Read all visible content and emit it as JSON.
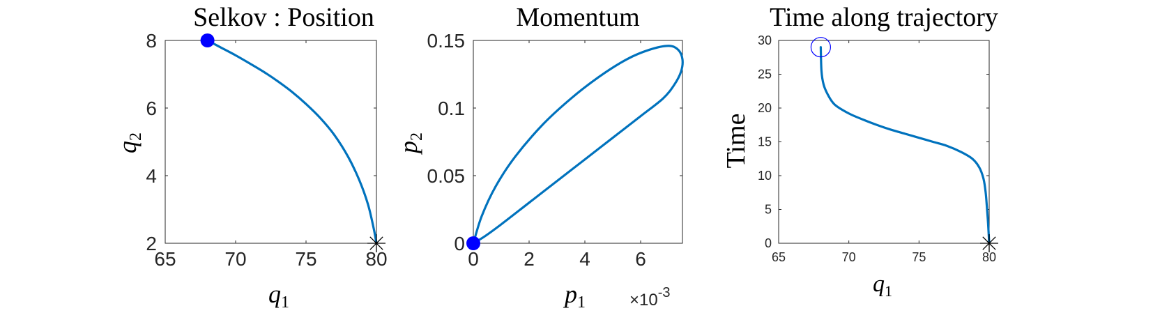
{
  "chart_data": [
    {
      "type": "line",
      "title": "Selkov : Position",
      "xlabel": "q",
      "xlabel_sub": "1",
      "ylabel": "q",
      "ylabel_sub": "2",
      "xlim": [
        65,
        80
      ],
      "ylim": [
        2,
        8
      ],
      "xticks": [
        65,
        70,
        75,
        80
      ],
      "yticks": [
        2,
        4,
        6,
        8
      ],
      "grid": false,
      "series": [
        {
          "color": "#0072BD",
          "x": [
            68,
            69,
            70,
            71,
            72,
            73,
            74,
            75,
            76,
            77,
            78,
            78.8,
            79.4,
            79.8,
            80
          ],
          "y": [
            8.0,
            7.78,
            7.56,
            7.32,
            7.07,
            6.79,
            6.48,
            6.12,
            5.71,
            5.21,
            4.55,
            3.85,
            3.15,
            2.45,
            2.0
          ]
        }
      ],
      "markers": [
        {
          "kind": "filled-circle",
          "x": 68,
          "y": 8,
          "color": "#0000FF"
        },
        {
          "kind": "asterisk",
          "x": 80,
          "y": 2,
          "color": "#000000"
        }
      ]
    },
    {
      "type": "line",
      "title": "Momentum",
      "xlabel": "p",
      "xlabel_sub": "1",
      "ylabel": "p",
      "ylabel_sub": "2",
      "x_exponent_base": "×10",
      "x_exponent": "-3",
      "xlim": [
        0,
        7.5
      ],
      "ylim": [
        0,
        0.15
      ],
      "xticks": [
        0,
        2,
        4,
        6
      ],
      "xtick_labels": [
        "0",
        "2",
        "4",
        "6"
      ],
      "yticks": [
        0,
        0.05,
        0.1,
        0.15
      ],
      "ytick_labels": [
        "0",
        "0.05",
        "0.1",
        "0.15"
      ],
      "grid": false,
      "series": [
        {
          "color": "#0072BD",
          "x": [
            0,
            0.3,
            0.8,
            1.5,
            2.5,
            3.5,
            4.5,
            5.5,
            6.3,
            7.0,
            7.35,
            7.5,
            7.45,
            7.2,
            6.8,
            6.0,
            5.0,
            4.0,
            3.0,
            2.0,
            1.0,
            0.4,
            0
          ],
          "y": [
            0,
            0.02,
            0.042,
            0.064,
            0.088,
            0.107,
            0.123,
            0.136,
            0.143,
            0.146,
            0.143,
            0.136,
            0.127,
            0.117,
            0.107,
            0.094,
            0.078,
            0.062,
            0.046,
            0.03,
            0.014,
            0.005,
            0
          ]
        }
      ],
      "markers": [
        {
          "kind": "filled-circle",
          "x": 0,
          "y": 0,
          "color": "#0000FF"
        }
      ]
    },
    {
      "type": "line",
      "title": "Time along trajectory",
      "xlabel": "q",
      "xlabel_sub": "1",
      "ylabel": "Time",
      "xlim": [
        65,
        80
      ],
      "ylim": [
        0,
        30
      ],
      "xticks": [
        65,
        70,
        75,
        80
      ],
      "yticks": [
        0,
        5,
        10,
        15,
        20,
        25,
        30
      ],
      "grid": false,
      "series": [
        {
          "color": "#0072BD",
          "x": [
            68,
            68.05,
            68.2,
            68.5,
            69,
            70,
            71,
            72,
            73,
            74,
            75,
            76,
            77,
            78,
            78.8,
            79.3,
            79.6,
            79.75,
            79.85,
            79.92,
            80
          ],
          "y": [
            29,
            25.5,
            23.5,
            22,
            20.5,
            19.2,
            18.3,
            17.5,
            16.8,
            16.2,
            15.6,
            15.0,
            14.4,
            13.5,
            12.5,
            11.2,
            9.5,
            7.5,
            5.0,
            3.0,
            0
          ]
        }
      ],
      "markers": [
        {
          "kind": "open-circle",
          "x": 68,
          "y": 29,
          "color": "#0000FF"
        },
        {
          "kind": "asterisk",
          "x": 80,
          "y": 0,
          "color": "#000000"
        }
      ]
    }
  ]
}
